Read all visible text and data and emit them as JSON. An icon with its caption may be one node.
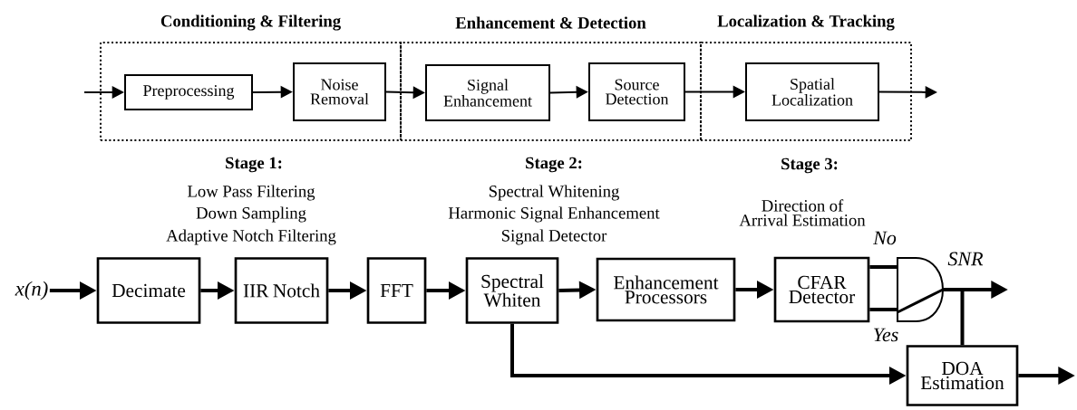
{
  "diagram": {
    "nodes": [
      {
        "text": [
          "Conditioning & Filtering"
        ]
      },
      {
        "text": [
          "Preprocessing"
        ],
        "in": 0
      },
      {
        "text": [
          "Noise Removal"
        ],
        "in": 0
      },
      {
        "text": [
          "Enhancement & Detection"
        ]
      },
      {
        "text": [
          "Signal Enhancement"
        ],
        "in": 3
      },
      {
        "text": [
          "Source Detection"
        ],
        "in": 3
      },
      {
        "text": [
          "Localization & Tracking"
        ]
      },
      {
        "text": [
          "Spatial Localization"
        ],
        "in": 6
      },
      {
        "text": [
          "x(n)"
        ]
      },
      {
        "text": [
          "Decimate"
        ]
      },
      {
        "text": [
          "IIR Notch"
        ]
      },
      {
        "text": [
          "FFT"
        ]
      },
      {
        "text": [
          "Spectral Whiten"
        ]
      },
      {
        "text": [
          "Enhancement Processors"
        ]
      },
      {
        "text": [
          "CFAR Detector"
        ]
      },
      {
        "text": [],
        "shape": "gate"
      },
      {
        "text": [
          "DOA Estimation"
        ]
      }
    ],
    "edges": [
      {
        "from": null,
        "to": 1,
        "arrow": "to"
      },
      {
        "from": 1,
        "to": 2,
        "arrow": "to"
      },
      {
        "from": 2,
        "to": 4,
        "arrow": "to"
      },
      {
        "from": 4,
        "to": 5,
        "arrow": "to"
      },
      {
        "from": 5,
        "to": 7,
        "arrow": "to"
      },
      {
        "from": 7,
        "to": null,
        "arrow": "to"
      },
      {
        "from": 8,
        "to": 9,
        "arrow": "to"
      },
      {
        "from": 9,
        "to": 10,
        "arrow": "to"
      },
      {
        "from": 10,
        "to": 11,
        "arrow": "to"
      },
      {
        "from": 11,
        "to": 12,
        "arrow": "to"
      },
      {
        "from": 12,
        "to": 13,
        "arrow": "to"
      },
      {
        "from": 13,
        "to": 14,
        "arrow": "to"
      },
      {
        "from": 14,
        "to": 15,
        "arrow": "none",
        "label": "No"
      },
      {
        "from": 14,
        "to": 15,
        "arrow": "none",
        "label": "Yes"
      },
      {
        "from": 15,
        "to": null,
        "arrow": "to",
        "label": "SNR"
      },
      {
        "from": 15,
        "to": 16,
        "arrow": "none"
      },
      {
        "from": 12,
        "to": 16,
        "arrow": "to"
      },
      {
        "from": 16,
        "to": null,
        "arrow": "to"
      }
    ],
    "labels": [
      "Stage 1:",
      "Low Pass Filtering",
      "Down Sampling",
      "Adaptive Notch Filtering",
      "Stage 2:",
      "Spectral Whitening",
      "Harmonic Signal Enhancement",
      "Signal Detector",
      "Stage 3:",
      "Direction of Arrival Estimation"
    ]
  }
}
